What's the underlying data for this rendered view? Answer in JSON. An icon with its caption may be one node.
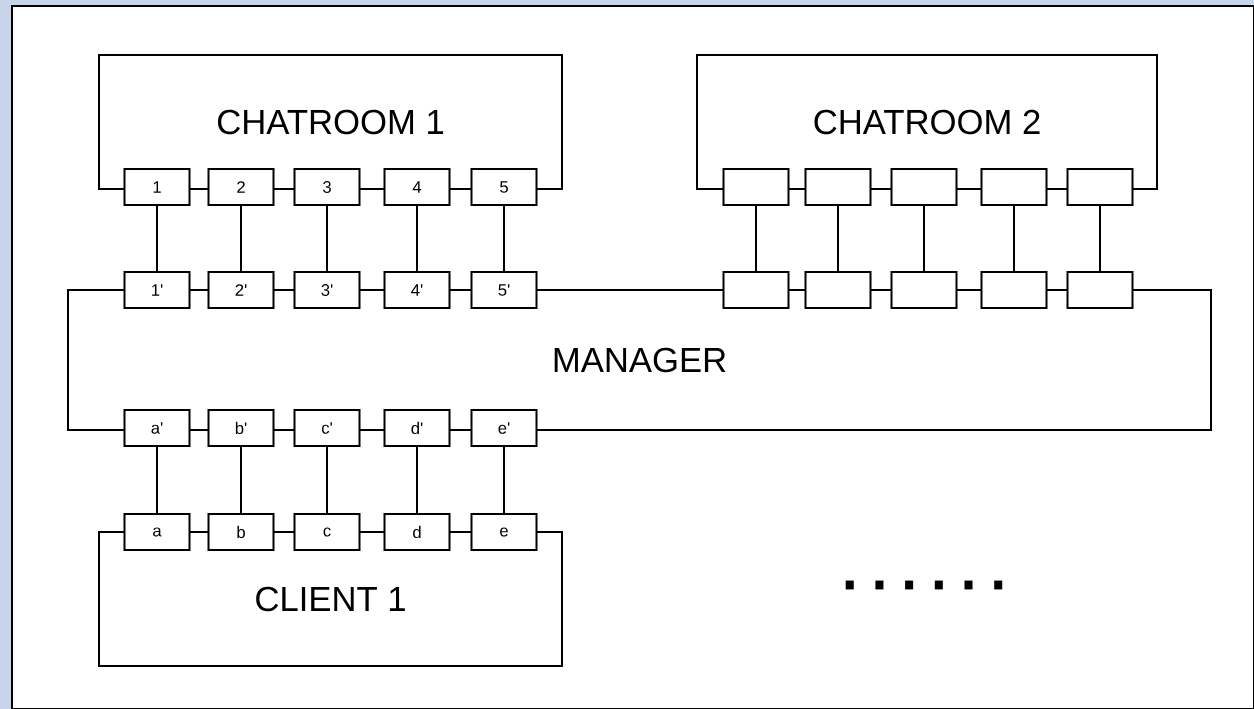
{
  "diagram": {
    "nodes": [
      {
        "text": [
          "CHATROOM 1"
        ]
      },
      {
        "text": [
          "1"
        ]
      },
      {
        "text": [
          "2"
        ]
      },
      {
        "text": [
          "3"
        ]
      },
      {
        "text": [
          "4"
        ]
      },
      {
        "text": [
          "5"
        ]
      },
      {
        "text": [
          "CHATROOM 2"
        ]
      },
      {
        "text": [],
        "shape": "box"
      },
      {
        "text": [],
        "shape": "box"
      },
      {
        "text": [],
        "shape": "box"
      },
      {
        "text": [],
        "shape": "box"
      },
      {
        "text": [],
        "shape": "box"
      },
      {
        "text": [
          "MANAGER"
        ]
      },
      {
        "text": [
          "1'"
        ]
      },
      {
        "text": [
          "2'"
        ]
      },
      {
        "text": [
          "3'"
        ]
      },
      {
        "text": [
          "4'"
        ]
      },
      {
        "text": [
          "5'"
        ]
      },
      {
        "text": [],
        "shape": "box"
      },
      {
        "text": [],
        "shape": "box"
      },
      {
        "text": [],
        "shape": "box"
      },
      {
        "text": [],
        "shape": "box"
      },
      {
        "text": [],
        "shape": "box"
      },
      {
        "text": [
          "a'"
        ]
      },
      {
        "text": [
          "b'"
        ]
      },
      {
        "text": [
          "c'"
        ]
      },
      {
        "text": [
          "d'"
        ]
      },
      {
        "text": [
          "e'"
        ]
      },
      {
        "text": [
          "CLIENT 1"
        ]
      },
      {
        "text": [
          "a"
        ]
      },
      {
        "text": [
          "b"
        ]
      },
      {
        "text": [
          "c"
        ]
      },
      {
        "text": [
          "d"
        ]
      },
      {
        "text": [
          "e"
        ]
      }
    ],
    "edges": [
      {
        "from": 1,
        "to": 13,
        "arrow": "none"
      },
      {
        "from": 2,
        "to": 14,
        "arrow": "none"
      },
      {
        "from": 3,
        "to": 15,
        "arrow": "none"
      },
      {
        "from": 4,
        "to": 16,
        "arrow": "none"
      },
      {
        "from": 5,
        "to": 17,
        "arrow": "none"
      },
      {
        "from": 7,
        "to": 18,
        "arrow": "none"
      },
      {
        "from": 8,
        "to": 19,
        "arrow": "none"
      },
      {
        "from": 9,
        "to": 20,
        "arrow": "none"
      },
      {
        "from": 10,
        "to": 21,
        "arrow": "none"
      },
      {
        "from": 11,
        "to": 22,
        "arrow": "none"
      },
      {
        "from": 23,
        "to": 29,
        "arrow": "none"
      },
      {
        "from": 24,
        "to": 30,
        "arrow": "none"
      },
      {
        "from": 25,
        "to": 31,
        "arrow": "none"
      },
      {
        "from": 26,
        "to": 32,
        "arrow": "none"
      },
      {
        "from": 27,
        "to": 33,
        "arrow": "none"
      }
    ],
    "labels": [
      "......"
    ]
  }
}
